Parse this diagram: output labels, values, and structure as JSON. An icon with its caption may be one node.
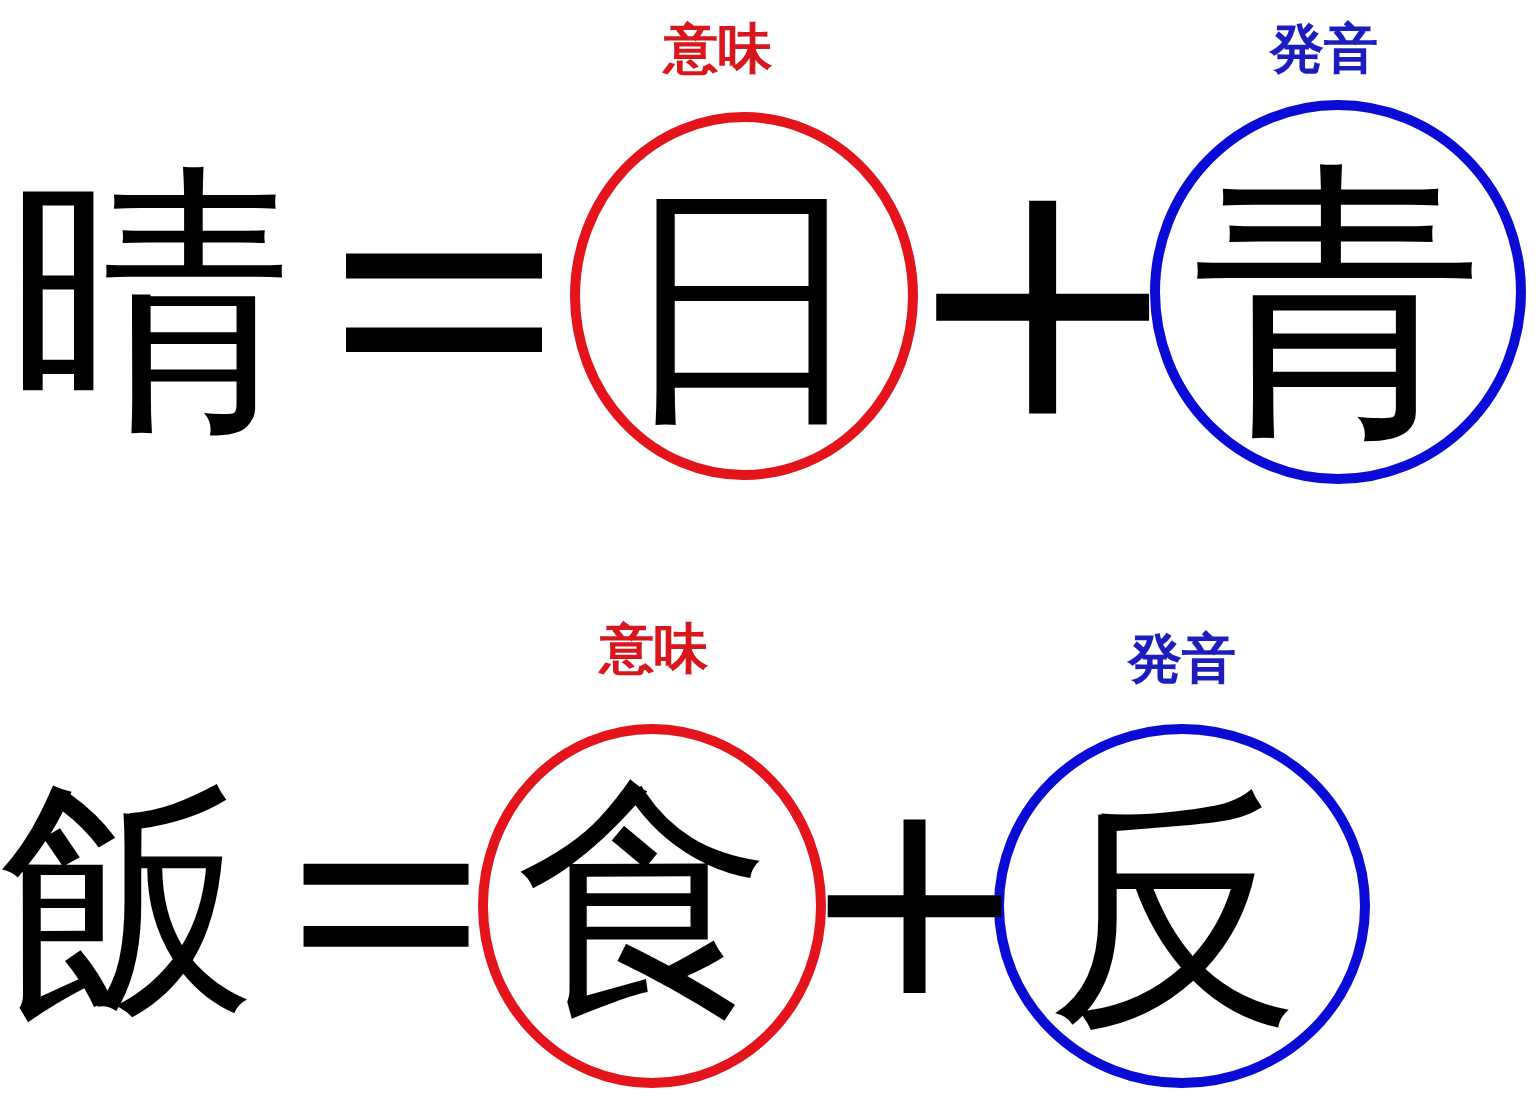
{
  "diagram": {
    "nodes": [
      {
        "text": [
          "日"
        ],
        "beside": [
          "意味"
        ]
      },
      {
        "text": [
          "青"
        ],
        "beside": [
          "発音"
        ]
      },
      {
        "text": [
          "食"
        ],
        "beside": [
          "意味"
        ]
      },
      {
        "text": [
          "反"
        ],
        "beside": [
          "発音"
        ]
      }
    ],
    "labels": [
      "晴",
      "＝",
      "＋",
      "飯",
      "＝",
      "＋"
    ]
  }
}
